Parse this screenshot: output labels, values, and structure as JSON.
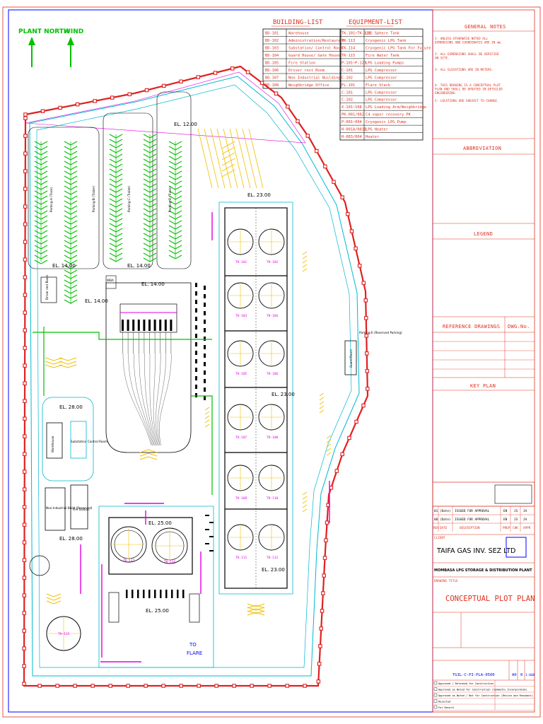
{
  "north": {
    "plant_north": "PLANT NORTH",
    "wind": "WIND"
  },
  "building_list": {
    "title": "BUILDING-LIST",
    "rows": [
      {
        "tag": "BD-101",
        "desc": "Warehouse"
      },
      {
        "tag": "BD-102",
        "desc": "Administration/Restaurant"
      },
      {
        "tag": "BD-103",
        "desc": "Substation/ Control Room"
      },
      {
        "tag": "BD-104",
        "desc": "Guard House/ Gate House"
      },
      {
        "tag": "BD-105",
        "desc": "Fire Station"
      },
      {
        "tag": "BD-106",
        "desc": "Driver rest Room"
      },
      {
        "tag": "BD-107",
        "desc": "Non Industrial Building"
      },
      {
        "tag": "BD-108",
        "desc": "Weighbridge Office"
      }
    ]
  },
  "equipment_list": {
    "title": "EQUIPMENT-LIST",
    "rows": [
      {
        "tag": "TK-101~TK-112",
        "desc": "LPG Sphere Tank"
      },
      {
        "tag": "TK-113",
        "desc": "Cryogenic LPG Tank"
      },
      {
        "tag": "TK-114",
        "desc": "Cryogenic LPG Tank For Future"
      },
      {
        "tag": "TK-115",
        "desc": "Fire Water Tank"
      },
      {
        "tag": "P-101~P-123",
        "desc": "LPG Loading Pumps"
      },
      {
        "tag": "C-101",
        "desc": "LPG Compressor"
      },
      {
        "tag": "C-102",
        "desc": "LPG Compressor"
      },
      {
        "tag": "FL-101",
        "desc": "Flare Stack"
      },
      {
        "tag": "C-101",
        "desc": "LPG Compressor"
      },
      {
        "tag": "C-102",
        "desc": "LPG Compressor"
      },
      {
        "tag": "X-101~108",
        "desc": "LPG Loading Arm/Weighbridge"
      },
      {
        "tag": "PK-001/002",
        "desc": "C4 vapor recovery PK"
      },
      {
        "tag": "P-001~004",
        "desc": "Cryogenic LPG Pump"
      },
      {
        "tag": "H-001A/001B",
        "desc": "LPG Heater"
      },
      {
        "tag": "H-003/004",
        "desc": "Heater"
      }
    ]
  },
  "right_panel": {
    "general_notes": "GENERAL NOTES",
    "notes": [
      "1- UNLESS OTHERWISE NOTED ALL DIMENSIONS AND COORDINATES ARE IN mm.",
      "2- ALL DIMENSIONS SHALL BE VERIFIED ON SITE.",
      "3- ALL ELEVATIONS ARE IN METERS.",
      "4- THIS DRAWING IS A CONCEPTUAL PLOT PLAN AND SHALL BE UPDATED IN DETAILED ENGINEERING.",
      "5- LOCATIONS ARE SUBJECT TO CHANGE."
    ],
    "abbreviation": "ABBREVIATION",
    "legend": "LEGEND",
    "reference_drawings": "REFERENCE DRAWINGS",
    "dwg_no": "DWG.No.",
    "key_plan": "KEY PLAN"
  },
  "title_block": {
    "revisions": [
      {
        "rev": "01",
        "date": "(Date)",
        "desc": "ISSUED FOR APPROVAL",
        "by": "EN",
        "chk": "JS",
        "app": "JA"
      },
      {
        "rev": "00",
        "date": "(Date)",
        "desc": "ISSUED FOR APPROVAL",
        "by": "EN",
        "chk": "JS",
        "app": "JA"
      }
    ],
    "rev_header": {
      "rev": "REV",
      "date": "DATE",
      "desc": "DESCRIPTION",
      "by": "PREP",
      "chk": "CHK",
      "app": "APPR"
    },
    "client_label": "CLIENT",
    "client": "TAIFA GAS INV. SEZ LTD",
    "project": "MOMBASA LPG STORAGE & DISTRIBUTION PLANT",
    "title_label": "DRAWING TITLE",
    "drawing_title": "CONCEPTUAL PLOT PLAN",
    "drawing_no": "TGIL-C-PI-PLA-0500",
    "size": "A0",
    "rev": "0",
    "scale": "1:600",
    "approval_rows": [
      "Approved / Released for Construction",
      "Approved as Noted for Construction (Comments Incorporated)",
      "Approved as Noted / Not for Construction (Revise and Resubmit)",
      "Rejected",
      "For Record"
    ]
  },
  "plan": {
    "elevations": [
      "EL. 12.00",
      "EL. 23.00",
      "EL. 14.00",
      "EL. 14.00",
      "EL. 14.00",
      "EL. 14.00",
      "EL. 23.00",
      "EL. 28.00",
      "EL. 28.00",
      "EL. 25.00",
      "EL. 23.00",
      "EL. 25.00"
    ],
    "to_flare": [
      "TO",
      "FLARE"
    ],
    "tanks": [
      "TK-101",
      "TK-102",
      "TK-103",
      "TK-104",
      "TK-105",
      "TK-106",
      "TK-107",
      "TK-108",
      "TK-109",
      "TK-110",
      "TK-111",
      "TK-112",
      "TK-113",
      "TK-114",
      "TK-115"
    ],
    "buildings": {
      "parking_a": "Parking-A (Truck)",
      "parking_b": "Parking-B (Trailer)",
      "parking_c": "Parking-C (Trailer)",
      "parking_d": "Parking-D (Truck)",
      "substation": "Substation Control Room",
      "warehouse": "Warehouse",
      "non_industrial": "Non-Industrial Build (Reserved)",
      "fire_station": "Fire Station",
      "guard_room": "Guard Room",
      "driver_rest": "Driver rest Room",
      "weighbridge": "WBA",
      "parking_e": "Parking-E (Reserved Parking)"
    }
  },
  "colors": {
    "fence": "#e02020",
    "road": "#00b8d0",
    "magenta": "#e000e0",
    "green": "#00c000",
    "orange": "#e0301e",
    "yellow": "#f0c000",
    "blue": "#0000ff"
  }
}
